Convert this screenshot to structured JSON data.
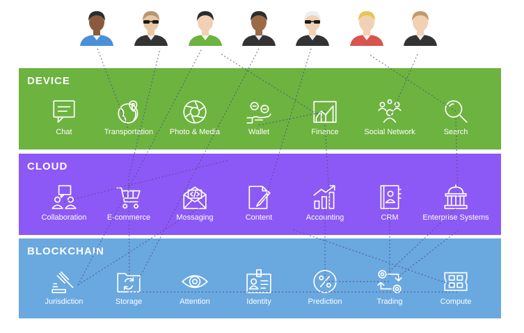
{
  "colors": {
    "device": "#6db33f",
    "cloud": "#8c59f6",
    "blockchain": "#6aa8e0",
    "link": "#4b4a8c",
    "icon_stroke": "#ffffff"
  },
  "users": [
    {
      "name": "user-1",
      "skin": "#8b5a3c",
      "hair": "#2c2c2c",
      "shirt": "#4a90d9",
      "glasses": false
    },
    {
      "name": "user-2",
      "skin": "#e9c7a5",
      "hair": "#b89473",
      "shirt": "#333333",
      "glasses": true
    },
    {
      "name": "user-3",
      "skin": "#f1d0b4",
      "hair": "#2c2c2c",
      "shirt": "#6db33f",
      "glasses": false
    },
    {
      "name": "user-4",
      "skin": "#9b6a46",
      "hair": "#2c2c2c",
      "shirt": "#333333",
      "glasses": false
    },
    {
      "name": "user-5",
      "skin": "#f1d0b4",
      "hair": "#eeeeee",
      "shirt": "#333333",
      "glasses": true
    },
    {
      "name": "user-6",
      "skin": "#f1d0b4",
      "hair": "#e8c451",
      "shirt": "#d9534f",
      "glasses": false
    },
    {
      "name": "user-7",
      "skin": "#f1d0b4",
      "hair": "#c49a6c",
      "shirt": "#333333",
      "glasses": false
    }
  ],
  "layers": {
    "device": {
      "title": "DEVICE",
      "items": [
        {
          "label": "Chat",
          "icon": "chat-icon"
        },
        {
          "label": "Transportation",
          "icon": "globe-pin-icon"
        },
        {
          "label": "Photo & Media",
          "icon": "camera-aperture-icon"
        },
        {
          "label": "Wallet",
          "icon": "hand-coins-icon"
        },
        {
          "label": "Finance",
          "icon": "line-chart-icon"
        },
        {
          "label": "Social Network",
          "icon": "people-network-icon"
        },
        {
          "label": "Search",
          "icon": "magnifier-icon"
        }
      ]
    },
    "cloud": {
      "title": "CLOUD",
      "items": [
        {
          "label": "Collaboration",
          "icon": "collaboration-icon"
        },
        {
          "label": "E-commerce",
          "icon": "shopping-cart-icon"
        },
        {
          "label": "Messaging",
          "icon": "envelope-code-icon"
        },
        {
          "label": "Content",
          "icon": "document-pen-icon"
        },
        {
          "label": "Accounting",
          "icon": "bar-chart-icon"
        },
        {
          "label": "CRM",
          "icon": "contact-book-icon"
        },
        {
          "label": "Enterprise Systems",
          "icon": "government-building-icon"
        }
      ]
    },
    "blockchain": {
      "title": "BLOCKCHAIN",
      "items": [
        {
          "label": "Jurisdiction",
          "icon": "gavel-icon"
        },
        {
          "label": "Storage",
          "icon": "folder-sync-icon"
        },
        {
          "label": "Attention",
          "icon": "eye-icon"
        },
        {
          "label": "Identity",
          "icon": "id-badge-icon"
        },
        {
          "label": "Prediction",
          "icon": "percent-circle-icon"
        },
        {
          "label": "Trading",
          "icon": "exchange-icon"
        },
        {
          "label": "Compute",
          "icon": "chip-grid-icon"
        }
      ]
    }
  }
}
